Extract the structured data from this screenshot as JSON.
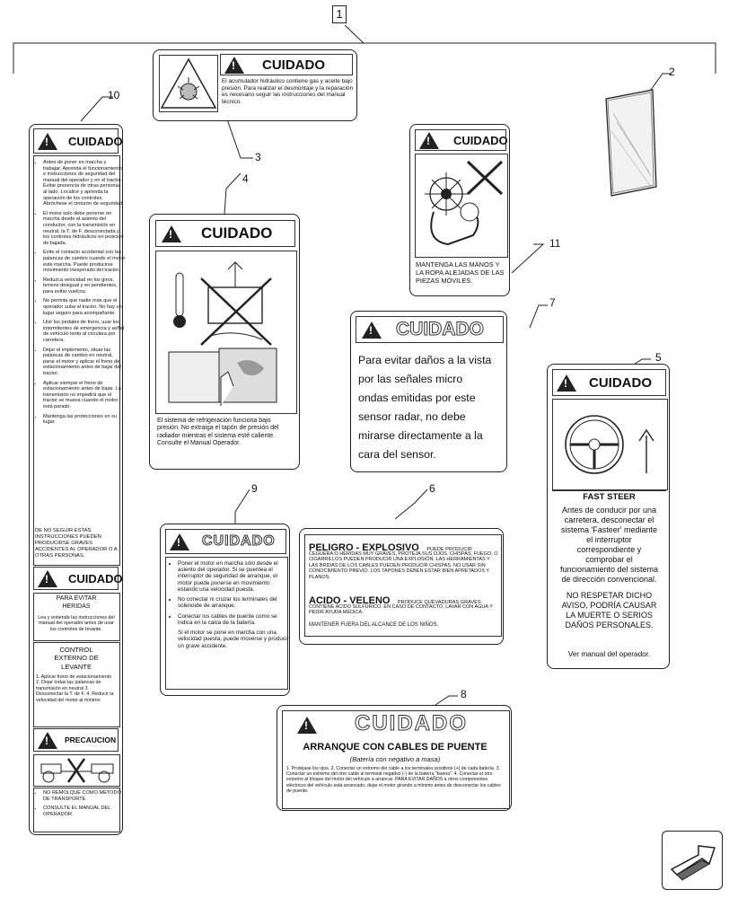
{
  "callouts": {
    "c1": "1",
    "c2": "2",
    "c3": "3",
    "c4": "4",
    "c5": "5",
    "c6": "6",
    "c7": "7",
    "c8": "8",
    "c9": "9",
    "c10": "10",
    "c11": "11"
  },
  "caution_word": "CUIDADO",
  "decal3": {
    "text": "El acumulador hidráulico contiene gas y aceite bajo presión. Para realizar el desmontaje y la reparación es necesario seguir las instrucciones del manual técnico."
  },
  "decal4": {
    "text": "El sistema de refrigeración funciona bajo presión. No extraiga el tapón de presión del radiador mientras el sistema esté caliente. Consulte el Manual Operador."
  },
  "decal11": {
    "text": "MANTENGA LAS MANOS Y LA ROPA ALEJADAS DE LAS PIEZAS MÓVILES."
  },
  "decal7": {
    "text": "Para evitar daños a la vista por las señales micro ondas emitidas por este sensor radar, no debe mirarse directamente a la cara del sensor."
  },
  "decal5": {
    "heading": "FAST STEER",
    "text1": "Antes de conducir por una carretera, desconectar el sistema 'Fasteer' mediante el interruptor correspondiente y comprobar el funcionamiento del sistema de dirección convencional.",
    "text2": "NO RESPETAR DICHO AVISO, PODRÍA CAUSAR LA MUERTE O SERIOS DAÑOS PERSONALES.",
    "text3": "Ver manual del operador."
  },
  "decal6": {
    "title": "PELIGRO - EXPLOSIVO",
    "title_note": "PUEDE PRODUCIR",
    "body": "CEGUERA O HERIDAS MUY GRAVES, PROTEJA SUS OJOS. CHISPAS, FUEGO, O CIGARRILLOS PUEDEN PRODUCIR UNA EXPLOSIÓN. LAS HERRAMIENTAS Y LAS BRIDAS DE LOS CABLES PUEDEN PRODUCIR CHISPAS. NO USAR SIN CONOCIMIENTO PREVIO. LOS TAPONES DEBEN ESTAR BIEN APRETADOS Y PLANOS",
    "acid_title": "ACIDO - VELENO",
    "acid_note": "PRODUCE QUEVADURAS GRAVES.",
    "acid_body": "CONTIENE ACIDO SULFÚRICO. EN CASO DE CONTACTO, LAVAR CON AGUA Y PEDIR AYUDA MÉDICA.",
    "footer": "MANTENER FUERA DEL ALCANCE DE LOS NIÑOS."
  },
  "decal9": {
    "items": [
      "Poner el motor en marcha sólo desde el asiento del operador. Si se puentea el interruptor de seguridad de arranque, el motor puede ponerse en movimiento estando una velocidad puesta.",
      "No conectar ni cruzar los terminales del solenoide de arranque.",
      "Conectar los cables de puente como se indica en la calca de la batería.",
      "Si el motor se pone en marcha con una velocidad puesta, puede moverse y producir un grave accidente."
    ]
  },
  "decal8": {
    "title": "ARRANQUE CON CABLES DE PUENTE",
    "subtitle": "(Batería con negativo a masa)",
    "text": "1. Protéjase los ojos. 2. Conectar un extremo del cable a los terminales positivos (+) de cada batería. 3. Conectar un extremo del otro cable al terminal negativo (-) de la batería \"buena\". 4. Conectar el otro extremo al bloque del motor del vehículo a arrancar. PARA EVITAR DAÑOS a otros componentes eléctricos del vehículo está arrancado, dejar el motor girando a mínimo antes de desconectar los cables de puente."
  },
  "decal10": {
    "items": [
      "Antes de poner en marcha y trabajar. Aprenda el funcionamiento e instrucciones de seguridad del manual del operador y en el tractor. Evitar presencia de otras personas al lado. Localice y aprenda la operación de los controles. Abróchese el cinturón de seguridad.",
      "El motor solo debe ponerse en marcha desde el asiento del conductor, con la transmisión en neutral, la T. de F. desconectada y los controles hidráulicos en posición de bajada.",
      "Evite el contacto accidental con las palancas de cambio cuando el motor este marcha. Puede producirse movimiento inesperado del tractor.",
      "Reduzca velocidad en los giros, terreno desigual y en pendientes, para evitar vuelcos.",
      "No permita que nadie más que el operador suba al tractor. No hay un lugar seguro para acompañante.",
      "Unir los pedales de freno, usar los intermitentes de emergencia y señal de vehículo lento al circulara por carretera.",
      "Dejar el implemento, situar las palancas de cambio en neutral, parar el motor y aplicar el freno de estacionamiento antes de bajar del tractor.",
      "Aplicar siempre el freno de estacionamiento antes de bajar. La transmisión no impedirá que el tractor se mueva cuando el motor está parado.",
      "Mantenga las protecciones en su lugar."
    ],
    "footer_warning": "DE NO SEGUIR ESTAS INSTRUCCIONES PUEDEN PRODUCIRSE GRAVES ACCIDENTES AL OPERADOR O A OTRAS PERSONAS.",
    "avoid_title": "PARA EVITAR HERIDAS",
    "avoid_text": "Lea y entienda las instrucciones del manual del operador antes de usar los controles de levante.",
    "control_title": "CONTROL EXTERNO DE LEVANTE",
    "steps": "1. Aplicar freno de estacionamiento 2. Dejar todas las palancas de transmisión en neutral 3. Desconectar la T. de F. 4. Reducir la velocidad del motor al mínimo",
    "precaution": "PRECAUCION",
    "tow1": "NO REMOLQUE COMO MÉTODO DE TRANSPORTE.",
    "tow2": "CONSULTE EL MANUAL DEL OPERADOR."
  }
}
